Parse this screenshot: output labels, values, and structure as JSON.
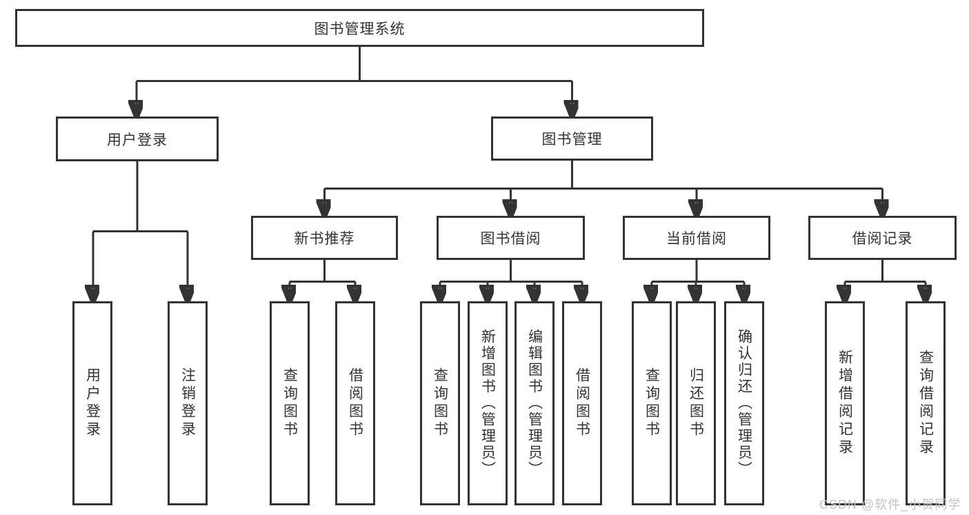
{
  "diagram": {
    "root": {
      "label": "图书管理系统"
    },
    "level2": [
      {
        "label": "用户登录"
      },
      {
        "label": "图书管理"
      }
    ],
    "level3": [
      {
        "label": "新书推荐"
      },
      {
        "label": "图书借阅"
      },
      {
        "label": "当前借阅"
      },
      {
        "label": "借阅记录"
      }
    ],
    "leaves": {
      "user_login": [
        "用户登录",
        "注销登录"
      ],
      "new_book_rec": [
        "查询图书",
        "借阅图书"
      ],
      "book_borrow": [
        "查询图书",
        "新增图书（管理员）",
        "编辑图书（管理员）",
        "借阅图书"
      ],
      "current_borrow": [
        "查询图书",
        "归还图书",
        "确认归还（管理员）"
      ],
      "borrow_records": [
        "新增借阅记录",
        "查询借阅记录"
      ]
    }
  },
  "watermark": "CSDN @软件_小贺同学",
  "colors": {
    "line": "#333333",
    "text": "#333333",
    "watermark_color": "#c3c3c3",
    "background": "#ffffff"
  }
}
